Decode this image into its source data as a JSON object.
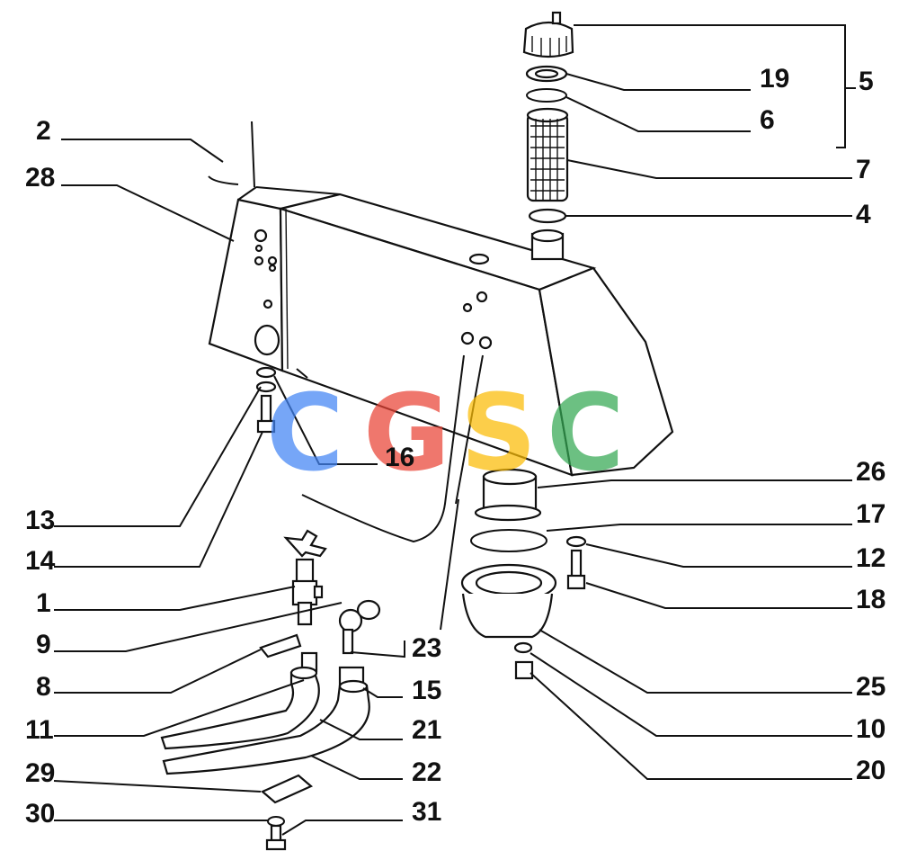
{
  "labels": {
    "l2": "2",
    "l28": "28",
    "l19": "19",
    "l5": "5",
    "l6": "6",
    "l7": "7",
    "l4": "4",
    "l16": "16",
    "l26": "26",
    "l17": "17",
    "l13": "13",
    "l12": "12",
    "l14": "14",
    "l18": "18",
    "l1": "1",
    "l9": "9",
    "l23": "23",
    "l8": "8",
    "l15": "15",
    "l25": "25",
    "l11": "11",
    "l21": "21",
    "l10": "10",
    "l29": "29",
    "l22": "22",
    "l20": "20",
    "l30": "30",
    "l31": "31"
  },
  "watermark": {
    "letters": [
      "C",
      "G",
      "S",
      "C"
    ],
    "colors": [
      "#4285F4",
      "#EA4335",
      "#FBBC05",
      "#34A853"
    ]
  }
}
